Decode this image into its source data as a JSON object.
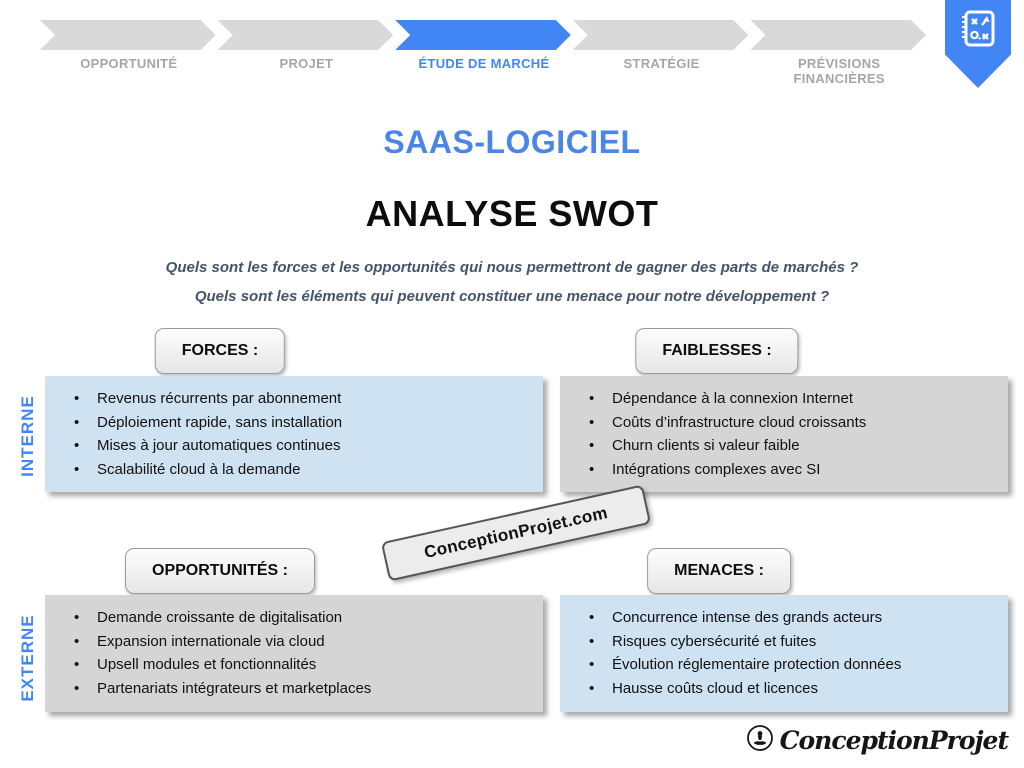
{
  "stepper": {
    "steps": [
      {
        "label": "OPPORTUNITÉ",
        "active": false
      },
      {
        "label": "PROJET",
        "active": false
      },
      {
        "label": "ÉTUDE DE MARCHÉ",
        "active": true
      },
      {
        "label": "STRATÉGIE",
        "active": false
      },
      {
        "label": "PRÉVISIONS FINANCIÈRES",
        "active": false
      }
    ]
  },
  "ribbon": {
    "icon": "strategy-playbook-icon"
  },
  "header": {
    "title": "SAAS-LOGICIEL",
    "subtitle": "ANALYSE SWOT"
  },
  "questions": {
    "q1": "Quels sont les forces et les opportunités qui nous permettront de gagner des parts de marchés ?",
    "q2": "Quels sont les éléments qui peuvent constituer une menace pour notre développement ?"
  },
  "axis": {
    "internal": "INTERNE",
    "external": "EXTERNE"
  },
  "swot": {
    "forces": {
      "title": "FORCES :",
      "items": [
        "Revenus récurrents par abonnement",
        "Déploiement rapide, sans installation",
        "Mises à jour automatiques continues",
        "Scalabilité cloud à la demande"
      ]
    },
    "faiblesses": {
      "title": "FAIBLESSES :",
      "items": [
        "Dépendance à la connexion Internet",
        "Coûts d’infrastructure cloud croissants",
        "Churn clients si valeur faible",
        "Intégrations complexes avec SI"
      ]
    },
    "opportunites": {
      "title": "OPPORTUNITÉS :",
      "items": [
        "Demande croissante de digitalisation",
        "Expansion internationale via cloud",
        "Upsell modules et fonctionnalités",
        "Partenariats intégrateurs et marketplaces"
      ]
    },
    "menaces": {
      "title": "MENACES :",
      "items": [
        "Concurrence intense des grands acteurs",
        "Risques cybersécurité et fuites",
        "Évolution réglementaire protection données",
        "Hausse coûts cloud et licences"
      ]
    }
  },
  "watermark": {
    "text": "ConceptionProjet.com"
  },
  "footer": {
    "brand": "ConceptionProjet"
  },
  "colors": {
    "accent_blue": "#4285f4",
    "title_blue": "#4a86e8",
    "panel_blue": "#cfe2f2",
    "panel_gray": "#d5d5d5",
    "chevron_gray": "#d9d9d9",
    "inactive_label_gray": "#a6a6a6",
    "question_text": "#44546a"
  }
}
